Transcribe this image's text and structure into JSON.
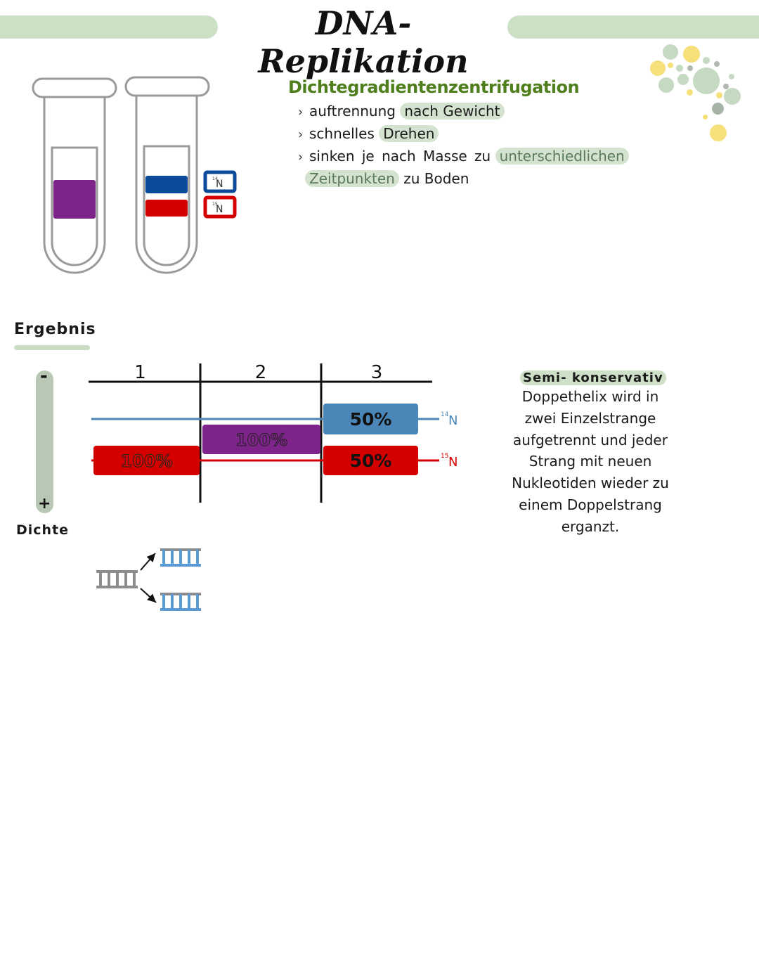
{
  "header": {
    "title": "DNA- Replikation",
    "accent_color": "#cce0c6"
  },
  "tubes": {
    "legend": [
      {
        "isotope": "14N",
        "mass_number": "14",
        "symbol": "N",
        "color": "#0b4a99"
      },
      {
        "isotope": "15N",
        "mass_number": "15",
        "symbol": "N",
        "color": "#d40000"
      }
    ],
    "tube_1_band_color": "#7e2389",
    "tube_2_band_colors": [
      "#0b4a99",
      "#d40000"
    ]
  },
  "centrifugation": {
    "title": "Dichtegradientenzentrifugation",
    "title_color": "#4f7f1c",
    "bullets": [
      {
        "plain": "auftrennung",
        "highlight": "nach Gewicht"
      },
      {
        "plain": "schnelles",
        "highlight": "Drehen"
      },
      {
        "plain": "sinken je nach Masse zu",
        "highlight": "unterschiedlichen",
        "cont_highlight": "Zeitpunkten",
        "cont_plain": "zu Boden"
      }
    ]
  },
  "result": {
    "heading": "Ergebnis",
    "density_axis": {
      "minus": "-",
      "plus": "+",
      "label": "Dichte"
    }
  },
  "chart_data": {
    "type": "table",
    "title": "Ergebnis",
    "columns": [
      "1",
      "2",
      "3"
    ],
    "density_axis": {
      "label": "Dichte",
      "top": "-",
      "bottom": "+"
    },
    "reference_lines": [
      {
        "name": "14N",
        "label_mass": "14",
        "label_symbol": "N",
        "color": "#4b86b8"
      },
      {
        "name": "15N",
        "label_mass": "15",
        "label_symbol": "N",
        "color": "#d40000"
      }
    ],
    "bands": [
      {
        "generation": "1",
        "position": "15N",
        "percent": 100,
        "label": "100%",
        "color": "#d40000"
      },
      {
        "generation": "2",
        "position": "hybrid",
        "percent": 100,
        "label": "100%",
        "color": "#7e2389"
      },
      {
        "generation": "3",
        "position": "14N",
        "percent": 50,
        "label": "50%",
        "color": "#4b86b8"
      },
      {
        "generation": "3",
        "position": "15N",
        "percent": 50,
        "label": "50%",
        "color": "#d40000"
      }
    ]
  },
  "semi_conservative": {
    "title": "Semi- konservativ",
    "lines": [
      "Doppethelix wird in",
      "zwei Einzelstrange",
      "aufgetrennt und jeder",
      "Strang mit neuen",
      "Nukleotiden wieder zu",
      "einem Doppelstrang",
      "erganzt."
    ]
  },
  "dna_diagram": {
    "parent_color": "#8c8c8c",
    "new_strand_color": "#5b9bd5"
  }
}
